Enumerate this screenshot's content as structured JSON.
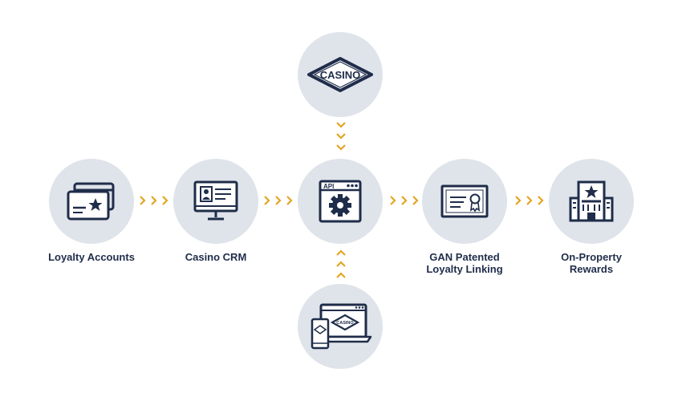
{
  "colors": {
    "circle_fill": "#dfe4ea",
    "icon_stroke": "#1f2d4a",
    "arrow_gold": "#e3a524",
    "label_text": "#1f2d4a"
  },
  "nodes": {
    "loyalty_accounts": {
      "label": "Loyalty Accounts",
      "icon": "loyalty-card-star-icon"
    },
    "casino_crm": {
      "label": "Casino CRM",
      "icon": "monitor-profile-icon"
    },
    "api": {
      "label": "",
      "icon": "api-window-gear-icon",
      "icon_text": "API"
    },
    "gan_linking": {
      "label": "GAN Patented\nLoyalty Linking",
      "icon": "certificate-icon"
    },
    "on_property": {
      "label": "On-Property\nRewards",
      "icon": "hotel-building-star-icon"
    },
    "casino_top": {
      "label": "",
      "icon": "casino-sign-icon",
      "icon_text": "CASINO"
    },
    "devices_bottom": {
      "label": "",
      "icon": "devices-casino-icon",
      "icon_text": "CASINO"
    }
  },
  "arrows": [
    {
      "name": "arrow-loyalty-to-crm",
      "direction": "right"
    },
    {
      "name": "arrow-crm-to-api",
      "direction": "right"
    },
    {
      "name": "arrow-api-to-gan",
      "direction": "right"
    },
    {
      "name": "arrow-gan-to-rewards",
      "direction": "right"
    },
    {
      "name": "arrow-casino-to-api",
      "direction": "down"
    },
    {
      "name": "arrow-devices-to-api",
      "direction": "up"
    }
  ]
}
